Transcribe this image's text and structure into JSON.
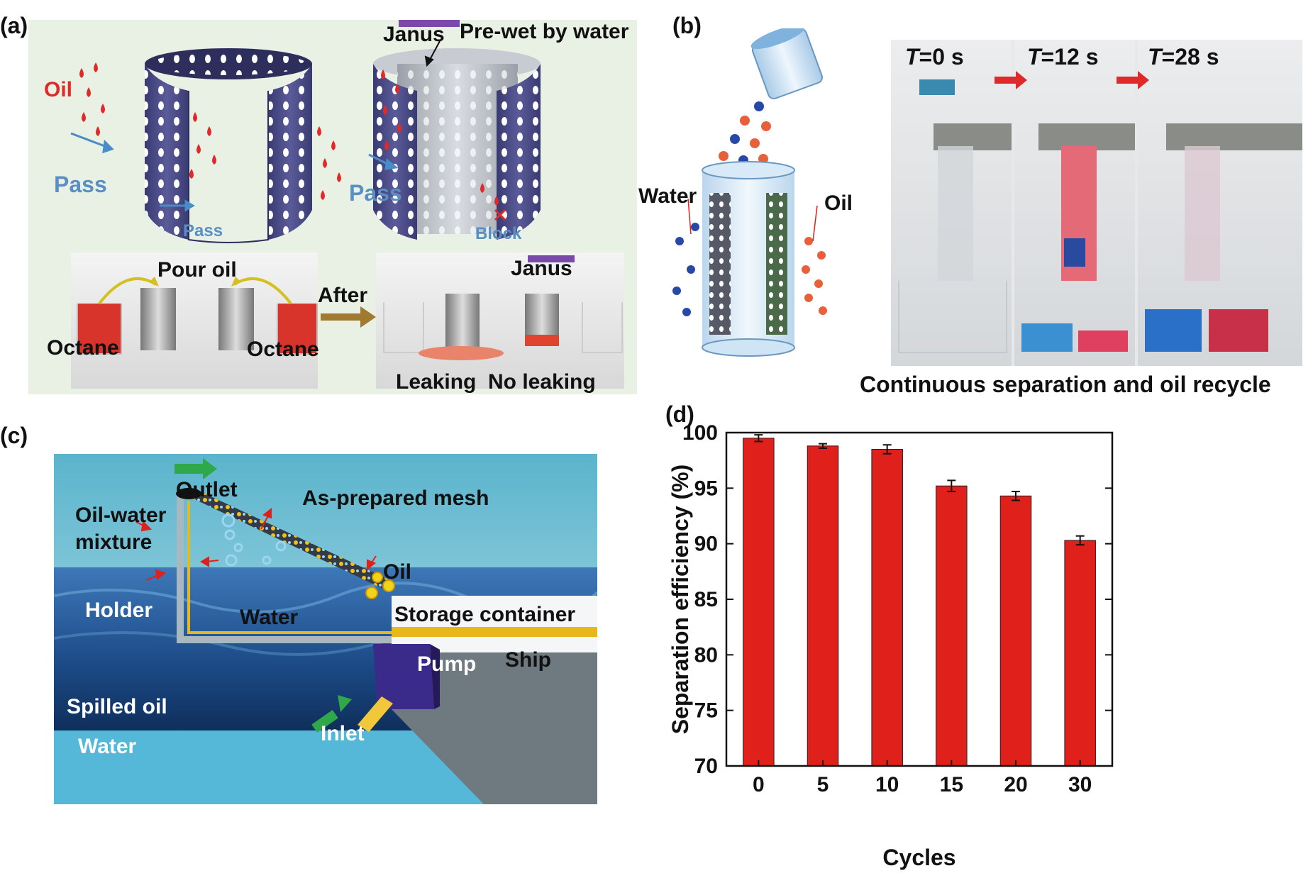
{
  "figure": {
    "panels": {
      "a": {
        "letter": "(a)",
        "labels": {
          "oil": "Oil",
          "pass_left": "Pass",
          "pass_inner": "Pass",
          "janus_top": "Janus",
          "prewet": "Pre-wet by water",
          "pass_right": "Pass",
          "block": "Block",
          "pour_oil": "Pour oil",
          "after": "After",
          "janus_photo": "Janus",
          "octane_left": "Octane",
          "octane_right": "Octane",
          "leaking": "Leaking",
          "no_leaking": "No leaking"
        }
      },
      "b": {
        "letter": "(b)",
        "labels": {
          "water": "Water",
          "oil": "Oil",
          "caption": "Continuous separation and oil recycle"
        },
        "frames": [
          {
            "label_italic": "T",
            "label_rest": "=0 s"
          },
          {
            "label_italic": "T",
            "label_rest": "=12 s"
          },
          {
            "label_italic": "T",
            "label_rest": "=28 s"
          }
        ]
      },
      "c": {
        "letter": "(c)",
        "labels": {
          "outlet": "Outlet",
          "mesh": "As-prepared mesh",
          "mixture_1": "Oil-water",
          "mixture_2": "mixture",
          "oil": "Oil",
          "holder": "Holder",
          "water_mid": "Water",
          "storage": "Storage container",
          "pump": "Pump",
          "ship": "Ship",
          "spilled": "Spilled oil",
          "water_bottom": "Water",
          "inlet": "Inlet"
        }
      },
      "d": {
        "letter": "(d)"
      }
    }
  },
  "chart_data": {
    "type": "bar",
    "categories": [
      "0",
      "5",
      "10",
      "15",
      "20",
      "30"
    ],
    "values": [
      99.5,
      98.8,
      98.5,
      95.2,
      94.3,
      90.3
    ],
    "errors": [
      0.3,
      0.2,
      0.4,
      0.5,
      0.4,
      0.4
    ],
    "xlabel": "Cycles",
    "ylabel": "Separation efficiency (%)",
    "ylim": [
      70,
      100
    ],
    "yticks": [
      70,
      75,
      80,
      85,
      90,
      95,
      100
    ],
    "grid": false,
    "bar_color": "#e0201b"
  },
  "colors": {
    "oil_red": "#e02a2a",
    "mesh_purple": "#4a4a86",
    "pass_blue": "#4a8cc8",
    "sea_blue": "#2f66a0",
    "bar_red": "#e0201b"
  }
}
